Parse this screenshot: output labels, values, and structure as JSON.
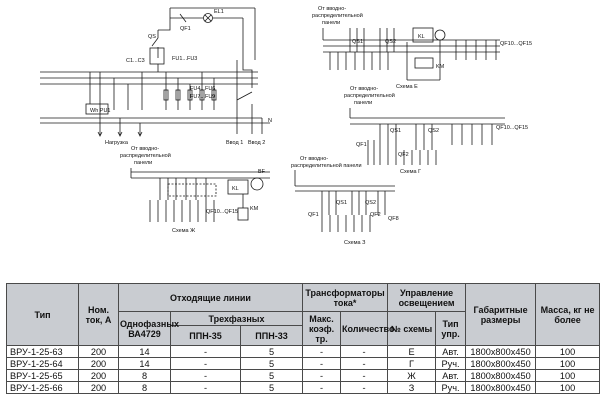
{
  "schematic": {
    "main": {
      "labels": {
        "el1": "EL1",
        "qs": "QS",
        "qf1": "QF1",
        "load": "Нагрузка",
        "input1": "Ввод 1",
        "input2": "Ввод 2",
        "n": "N",
        "c1c3": "C1...C3",
        "fu": "FU1...FU3",
        "fu4": "FU4...FU6",
        "fu7": "FU7...FU9",
        "meter": "Wh PU1"
      }
    },
    "scheme_e": {
      "title": "Схема Е",
      "source": [
        "От вводно-",
        "распределительной",
        "панели"
      ],
      "labels": {
        "qs1": "QS1",
        "qs2": "QS2",
        "kl": "KL",
        "km": "KM",
        "qf": "QF10...QF15"
      }
    },
    "scheme_g": {
      "title": "Схема Г",
      "source": [
        "От вводно-",
        "распределительной",
        "панели"
      ],
      "labels": {
        "qs1": "QS1",
        "qs2": "QS2",
        "qf": "QF10...QF15",
        "qf1": "QF1",
        "qf2": "QF2"
      }
    },
    "scheme_zh": {
      "title": "Схема Ж",
      "source": [
        "От вводно-",
        "распределительной",
        "панели"
      ],
      "labels": {
        "kl": "KL",
        "bf": "BF",
        "km": "KM",
        "qf": "QF10...QF15"
      }
    },
    "scheme_z": {
      "title": "Схема З",
      "source": [
        "От вводно-",
        "распределительной панели"
      ],
      "labels": {
        "qs1": "QS1",
        "qs2": "QS2",
        "qf1": "QF1",
        "qf2": "QF2",
        "qf8": "QF8"
      }
    }
  },
  "table": {
    "headers": {
      "type": "Тип",
      "nom_current": "Ном. ток, А",
      "outgoing": "Отходящие линии",
      "transformers": "Трансформаторы тока*",
      "lighting": "Управление освещением",
      "dims": "Габаритные размеры",
      "mass": "Масса, кг не более",
      "single_phase": "Однофазных ВА4729",
      "three_phase": "Трехфазных",
      "ppn35": "ППН-35",
      "ppn33": "ППН-33",
      "max_coef": "Макс. коэф. тр.",
      "qty": "Количество",
      "scheme_no": "№ схемы",
      "ctrl_type": "Тип упр."
    },
    "rows": [
      [
        "ВРУ-1-25-63",
        "200",
        "14",
        "-",
        "5",
        "-",
        "-",
        "Е",
        "Авт.",
        "1800х800х450",
        "100"
      ],
      [
        "ВРУ-1-25-64",
        "200",
        "14",
        "-",
        "5",
        "-",
        "-",
        "Г",
        "Руч.",
        "1800х800х450",
        "100"
      ],
      [
        "ВРУ-1-25-65",
        "200",
        "8",
        "-",
        "5",
        "-",
        "-",
        "Ж",
        "Авт.",
        "1800х800х450",
        "100"
      ],
      [
        "ВРУ-1-25-66",
        "200",
        "8",
        "-",
        "5",
        "-",
        "-",
        "З",
        "Руч.",
        "1800х800х450",
        "100"
      ]
    ]
  }
}
